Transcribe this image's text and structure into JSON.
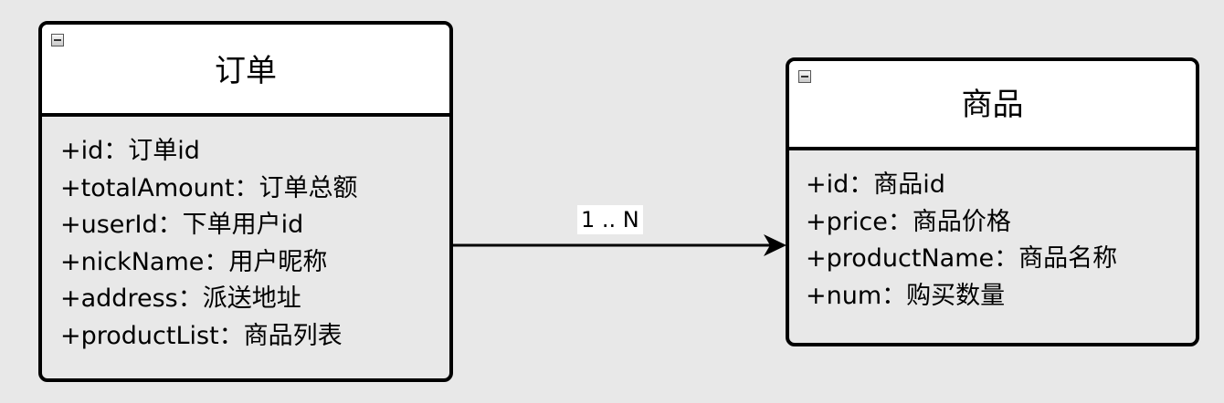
{
  "classes": {
    "order": {
      "name": "订单",
      "attributes": [
        "+id：订单id",
        "+totalAmount：订单总额",
        "+userId：下单用户id",
        "+nickName：用户昵称",
        "+address：派送地址",
        "+productList：商品列表"
      ]
    },
    "product": {
      "name": "商品",
      "attributes": [
        "+id：商品id",
        "+price：商品价格",
        "+productName：商品名称",
        "+num：购买数量"
      ]
    }
  },
  "association": {
    "multiplicity": "1 .. N",
    "from": "订单",
    "to": "商品",
    "arrow": "open-arrow"
  },
  "colors": {
    "background": "#e8e8e8",
    "header": "#ffffff",
    "border": "#000000"
  },
  "icons": {
    "collapse": "minus-square-icon"
  }
}
